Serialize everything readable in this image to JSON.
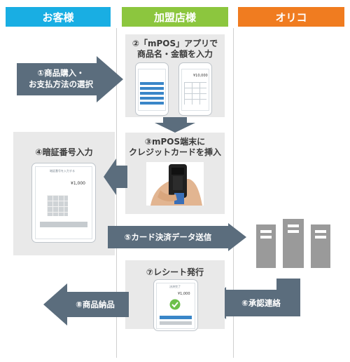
{
  "columns": [
    {
      "label": "お客様",
      "color": "#19aee3"
    },
    {
      "label": "加盟店様",
      "color": "#8cc63e"
    },
    {
      "label": "オリコ",
      "color": "#f07c20"
    }
  ],
  "colors": {
    "arrow": "#5b6d7d",
    "panel": "#e9e9e9",
    "server": "#9a9a9a"
  },
  "steps": {
    "s1": {
      "line1": "①商品購入・",
      "line2": "お支払方法の選択"
    },
    "s2": {
      "line1": "②「mPOS」アプリで",
      "line2": "商品名・金額を入力"
    },
    "s3": {
      "line1": "③mPOS端末に",
      "line2": "クレジットカードを挿入"
    },
    "s4": {
      "label": "④暗証番号入力"
    },
    "s5": {
      "label": "⑤カード決済データ送信"
    },
    "s6": {
      "label": "⑥承認連絡"
    },
    "s7": {
      "label": "⑦レシート発行"
    },
    "s8": {
      "label": "⑧商品納品"
    }
  },
  "screens": {
    "amount": "¥10,000",
    "pin_amount": "¥1,000",
    "pin_title": "暗証番号を入力する",
    "receipt_amount": "¥1,000",
    "receipt_title": "決済完了"
  },
  "icons": [
    "arrow-right-icon",
    "arrow-left-icon",
    "arrow-down-icon",
    "server-icon",
    "check-icon",
    "smartphone-icon",
    "card-reader-icon"
  ]
}
